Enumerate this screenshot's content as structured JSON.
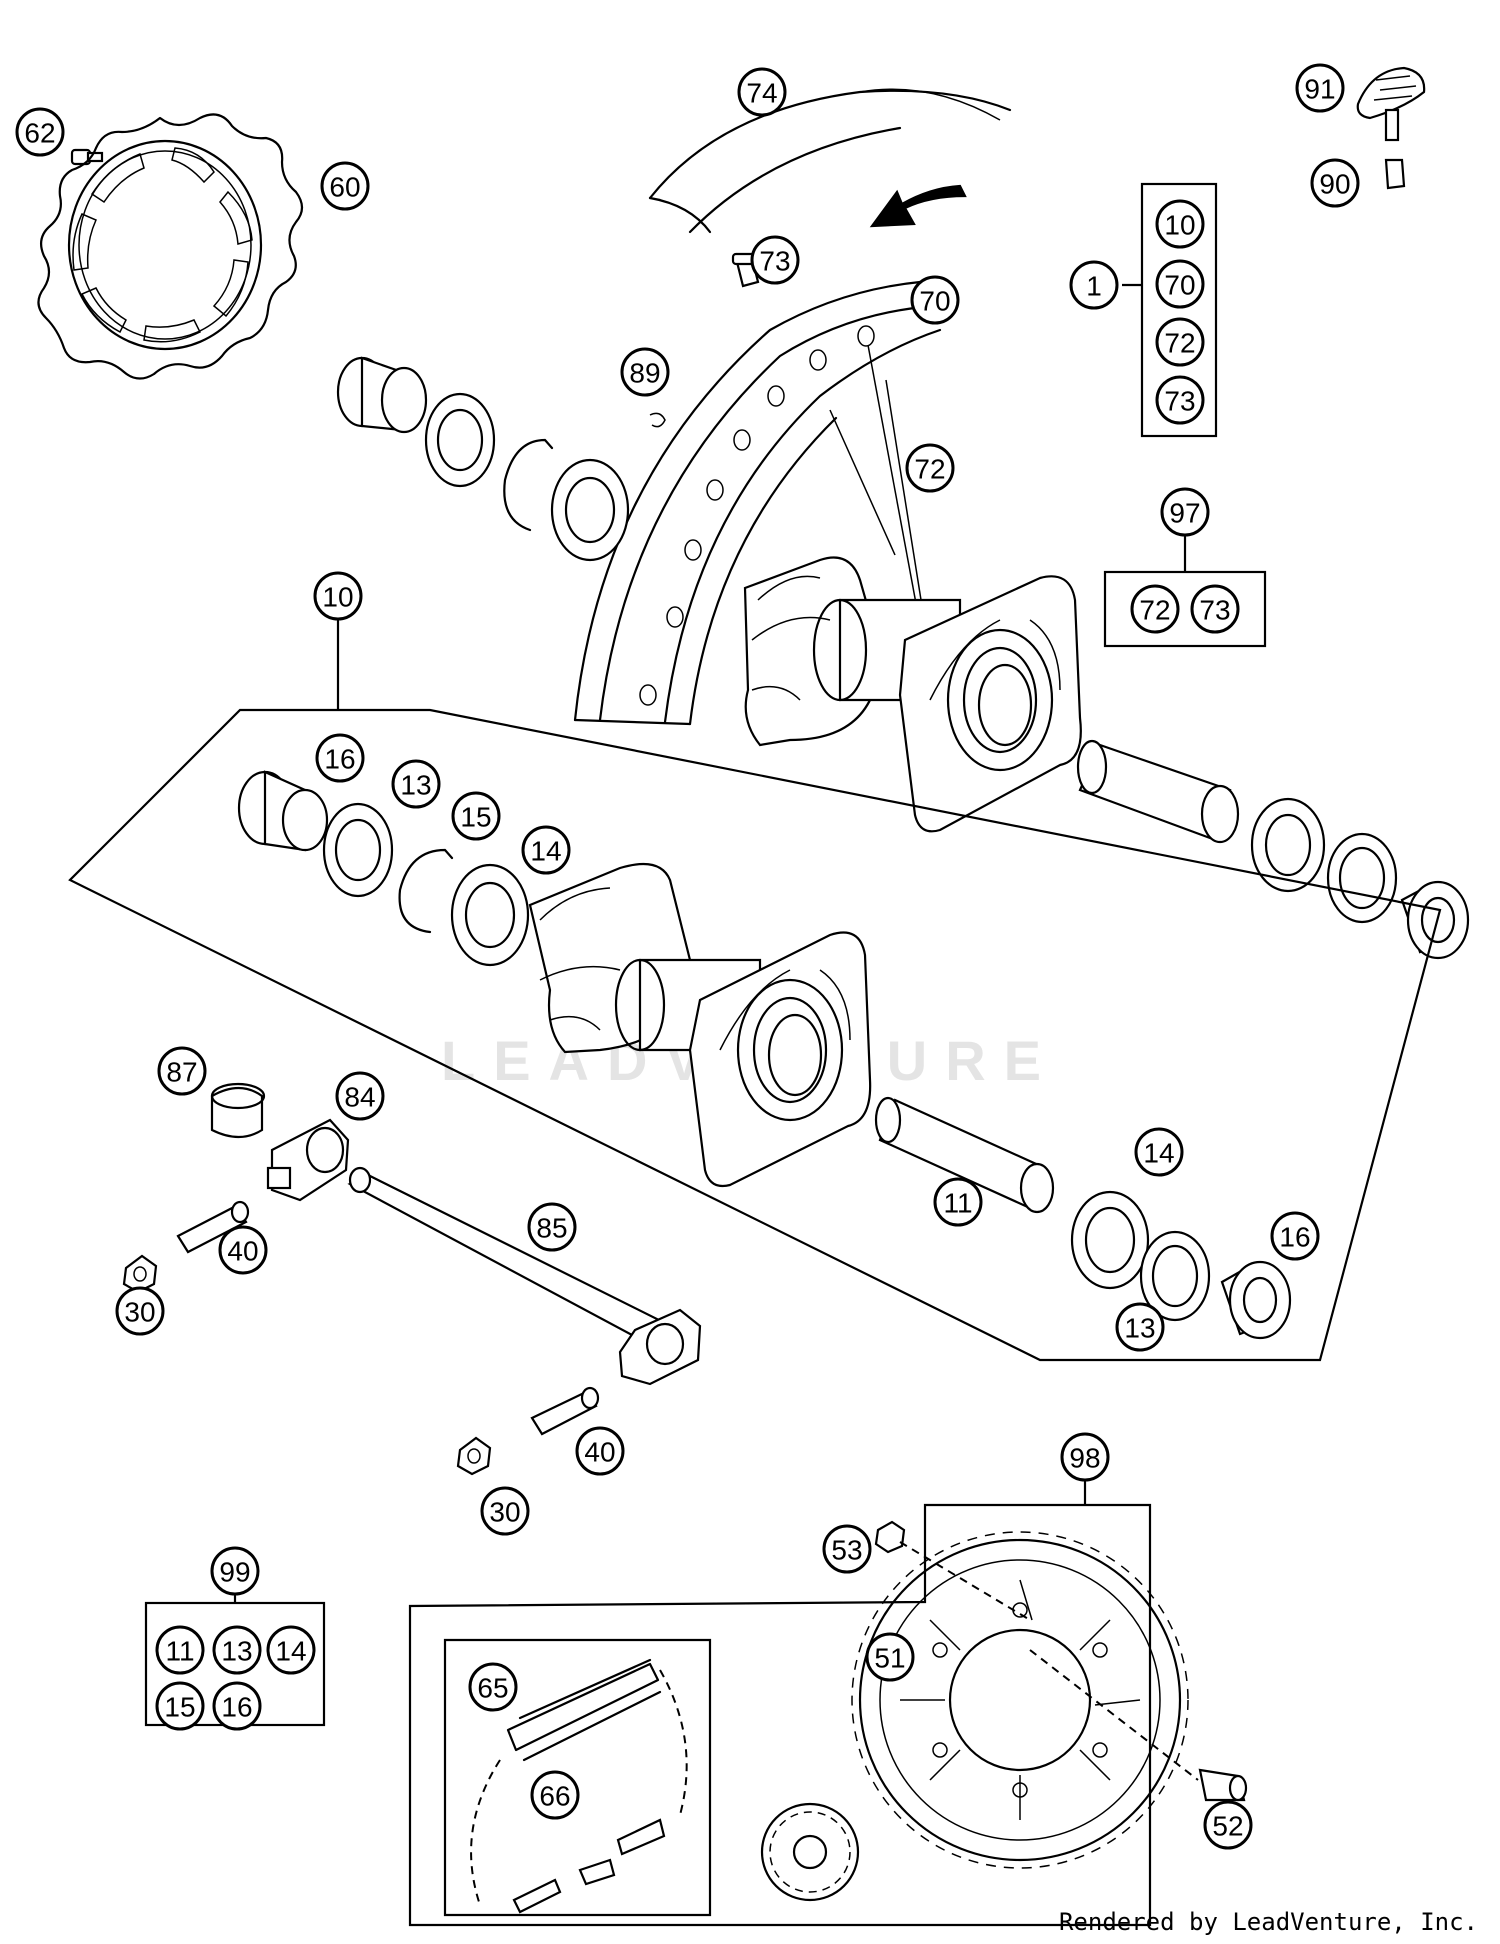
{
  "credit": "Rendered by LeadVenture, Inc.",
  "watermark": "LEADVENTURE",
  "callouts": [
    {
      "id": "c62",
      "label": "62"
    },
    {
      "id": "c60",
      "label": "60"
    },
    {
      "id": "c74",
      "label": "74"
    },
    {
      "id": "c91",
      "label": "91"
    },
    {
      "id": "c90",
      "label": "90"
    },
    {
      "id": "c73a",
      "label": "73"
    },
    {
      "id": "c70",
      "label": "70"
    },
    {
      "id": "c89",
      "label": "89"
    },
    {
      "id": "c72",
      "label": "72"
    },
    {
      "id": "c1",
      "label": "1"
    },
    {
      "id": "k1_10",
      "label": "10"
    },
    {
      "id": "k1_70",
      "label": "70"
    },
    {
      "id": "k1_72",
      "label": "72"
    },
    {
      "id": "k1_73",
      "label": "73"
    },
    {
      "id": "c97",
      "label": "97"
    },
    {
      "id": "k97_72",
      "label": "72"
    },
    {
      "id": "k97_73",
      "label": "73"
    },
    {
      "id": "c10",
      "label": "10"
    },
    {
      "id": "c16a",
      "label": "16"
    },
    {
      "id": "c13a",
      "label": "13"
    },
    {
      "id": "c15",
      "label": "15"
    },
    {
      "id": "c14a",
      "label": "14"
    },
    {
      "id": "c87",
      "label": "87"
    },
    {
      "id": "c84",
      "label": "84"
    },
    {
      "id": "c40a",
      "label": "40"
    },
    {
      "id": "c30a",
      "label": "30"
    },
    {
      "id": "c85",
      "label": "85"
    },
    {
      "id": "c11",
      "label": "11"
    },
    {
      "id": "c14b",
      "label": "14"
    },
    {
      "id": "c16b",
      "label": "16"
    },
    {
      "id": "c13b",
      "label": "13"
    },
    {
      "id": "c40b",
      "label": "40"
    },
    {
      "id": "c30b",
      "label": "30"
    },
    {
      "id": "c98",
      "label": "98"
    },
    {
      "id": "c53",
      "label": "53"
    },
    {
      "id": "c51",
      "label": "51"
    },
    {
      "id": "c52",
      "label": "52"
    },
    {
      "id": "c65",
      "label": "65"
    },
    {
      "id": "c66",
      "label": "66"
    },
    {
      "id": "c99",
      "label": "99"
    },
    {
      "id": "k99_11",
      "label": "11"
    },
    {
      "id": "k99_13",
      "label": "13"
    },
    {
      "id": "k99_14",
      "label": "14"
    },
    {
      "id": "k99_15",
      "label": "15"
    },
    {
      "id": "k99_16",
      "label": "16"
    }
  ]
}
